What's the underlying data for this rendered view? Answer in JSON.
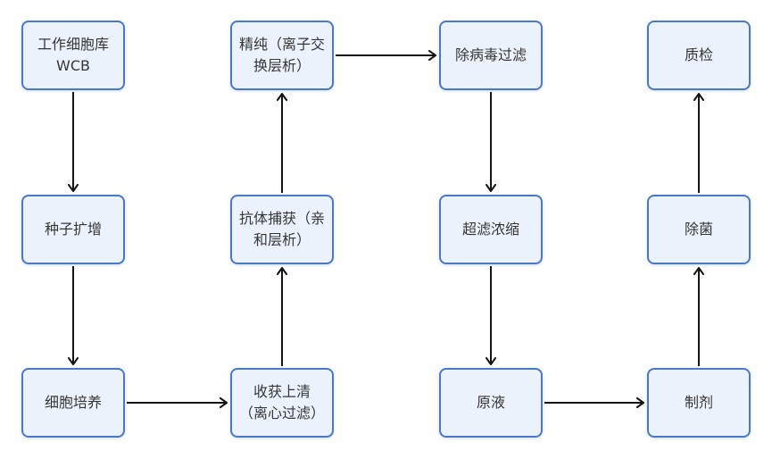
{
  "diagram": {
    "type": "flowchart",
    "background_color": "#ffffff",
    "node_fill_color": "#ecf2fc",
    "node_border_color": "#4b79c9",
    "node_text_color": "#363636",
    "arrow_color": "#141414",
    "nodes": [
      {
        "id": "wcb",
        "label": "工作细胞库\nWCB",
        "col": 1,
        "row": 1
      },
      {
        "id": "seed-expansion",
        "label": "种子扩增",
        "col": 1,
        "row": 2
      },
      {
        "id": "cell-culture",
        "label": "细胞培养",
        "col": 1,
        "row": 3
      },
      {
        "id": "polishing",
        "label": "精纯（离子交\n换层析）",
        "col": 2,
        "row": 1
      },
      {
        "id": "antibody-capture",
        "label": "抗体捕获（亲\n和层析）",
        "col": 2,
        "row": 2
      },
      {
        "id": "harvest-supernatant",
        "label": "收获上清\n（离心过滤）",
        "col": 2,
        "row": 3
      },
      {
        "id": "virus-filtration",
        "label": "除病毒过滤",
        "col": 3,
        "row": 1
      },
      {
        "id": "uf-concentration",
        "label": "超滤浓缩",
        "col": 3,
        "row": 2
      },
      {
        "id": "bulk-solution",
        "label": "原液",
        "col": 3,
        "row": 3
      },
      {
        "id": "quality-control",
        "label": "质检",
        "col": 4,
        "row": 1
      },
      {
        "id": "sterile-filtration",
        "label": "除菌",
        "col": 4,
        "row": 2
      },
      {
        "id": "formulation",
        "label": "制剂",
        "col": 4,
        "row": 3
      }
    ],
    "edges": [
      {
        "from": "wcb",
        "to": "seed-expansion"
      },
      {
        "from": "seed-expansion",
        "to": "cell-culture"
      },
      {
        "from": "cell-culture",
        "to": "harvest-supernatant"
      },
      {
        "from": "harvest-supernatant",
        "to": "antibody-capture"
      },
      {
        "from": "antibody-capture",
        "to": "polishing"
      },
      {
        "from": "polishing",
        "to": "virus-filtration"
      },
      {
        "from": "virus-filtration",
        "to": "uf-concentration"
      },
      {
        "from": "uf-concentration",
        "to": "bulk-solution"
      },
      {
        "from": "bulk-solution",
        "to": "formulation"
      },
      {
        "from": "formulation",
        "to": "sterile-filtration"
      },
      {
        "from": "sterile-filtration",
        "to": "quality-control"
      }
    ]
  }
}
